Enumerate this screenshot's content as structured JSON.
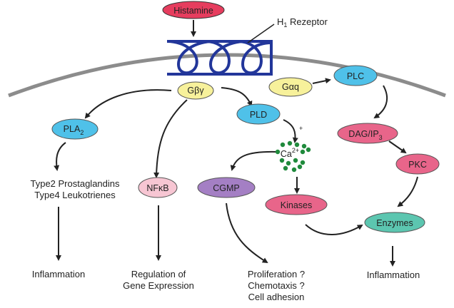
{
  "ligand": {
    "label": "Histamine",
    "color": "#e63d5e"
  },
  "receptor": {
    "label": "H",
    "subscript": "1",
    "suffix": " Rezeptor",
    "color": "#22369a"
  },
  "membrane": {
    "color": "#8c8c8c"
  },
  "nodes": {
    "gbg": {
      "label": "Gβγ",
      "color": "#f7f19b"
    },
    "gaq": {
      "label": "Gαq",
      "color": "#f7f19b"
    },
    "plc": {
      "label": "PLC",
      "color": "#4fc1e9"
    },
    "pla2": {
      "label": "PLA",
      "sub": "2",
      "color": "#4fc1e9"
    },
    "pld": {
      "label": "PLD",
      "color": "#4fc1e9"
    },
    "dag": {
      "label": "DAG/IP",
      "sub": "3",
      "color": "#e8658a"
    },
    "pkc": {
      "label": "PKC",
      "color": "#e8658a"
    },
    "nfkb": {
      "label": "NFκB",
      "color": "#f7c6d3"
    },
    "cgmp": {
      "label": "CGMP",
      "color": "#a47fc4"
    },
    "kinases": {
      "label": "Kinases",
      "color": "#e8658a"
    },
    "enzymes": {
      "label": "Enzymes",
      "color": "#5cc6b0"
    },
    "ca": {
      "label": "Ca",
      "sup": "2+",
      "dot_color": "#1f8a3c"
    }
  },
  "plus_sign": "+",
  "outcomes": {
    "pla2_products": [
      "Type2 Prostaglandins",
      "Type4 Leukotrienes"
    ],
    "inflammation_left": "Inflammation",
    "gene_regulation": [
      "Regulation of",
      "Gene Expression"
    ],
    "cgmp_effects": [
      "Proliferation ?",
      "Chemotaxis ?",
      "Cell adhesion"
    ],
    "inflammation_right": "Inflammation"
  }
}
